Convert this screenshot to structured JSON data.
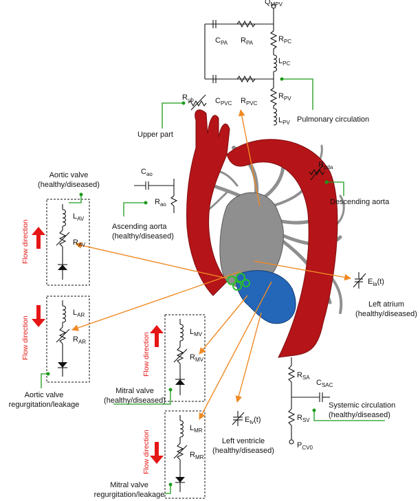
{
  "anatomy": {
    "aorta_color": "#b51518",
    "pulmonary_color": "#8f8f8f",
    "ventricle_color": "#2466b8",
    "valve_color": "#2bbf2b"
  },
  "accent": {
    "arrow_color": "#f08a24",
    "leader_color": "#1a9a1a",
    "flow_color": "#e51616"
  },
  "circuit_labels": {
    "q_mpv": {
      "main": "Q",
      "sub": "MPV"
    },
    "c_pa": {
      "main": "C",
      "sub": "PA"
    },
    "r_pa": {
      "main": "R",
      "sub": "PA"
    },
    "r_pc": {
      "main": "R",
      "sub": "PC"
    },
    "l_pc": {
      "main": "L",
      "sub": "PC"
    },
    "r_pv": {
      "main": "R",
      "sub": "PV"
    },
    "l_pv": {
      "main": "L",
      "sub": "PV"
    },
    "r_ub": {
      "main": "R",
      "sub": "ub"
    },
    "c_pvc": {
      "main": "C",
      "sub": "PVC"
    },
    "r_pvc": {
      "main": "R",
      "sub": "PVC"
    },
    "c_ao": {
      "main": "C",
      "sub": "ao"
    },
    "r_ao": {
      "main": "R",
      "sub": "ao"
    },
    "r_pda": {
      "main": "R",
      "sub": "pda"
    },
    "l_av": {
      "main": "L",
      "sub": "AV"
    },
    "r_av": {
      "main": "R",
      "sub": "AV"
    },
    "l_ar": {
      "main": "L",
      "sub": "AR"
    },
    "r_ar": {
      "main": "R",
      "sub": "AR"
    },
    "l_mv": {
      "main": "L",
      "sub": "MV"
    },
    "r_mv": {
      "main": "R",
      "sub": "MV"
    },
    "l_mr": {
      "main": "L",
      "sub": "MR"
    },
    "r_mr": {
      "main": "R",
      "sub": "MR"
    },
    "r_sa": {
      "main": "R",
      "sub": "SA"
    },
    "c_sac": {
      "main": "C",
      "sub": "SAC"
    },
    "r_sv": {
      "main": "R",
      "sub": "SV"
    },
    "p_cv0": {
      "main": "P",
      "sub": "CV0"
    },
    "e_la": {
      "main": "E",
      "sub": "la",
      "suffix": "(t)"
    },
    "e_lv": {
      "main": "E",
      "sub": "lv",
      "suffix": "(t)"
    }
  },
  "regions": {
    "pulmonary": "Pulmonary circulation",
    "upper": "Upper part",
    "descending": "Descending aorta",
    "ascending": [
      "Ascending aorta",
      "(healthy/diseased)"
    ],
    "aortic_valve": [
      "Aortic valve",
      "(healthy/diseased)"
    ],
    "aortic_regurg": [
      "Aortic valve",
      "regurgitation/leakage"
    ],
    "left_atrium": [
      "Left atrium",
      "(healthy/diseased)"
    ],
    "mitral_valve": [
      "Mitral valve",
      "(healthy/diseased)"
    ],
    "mitral_regurg": [
      "Mitral valve",
      "regurgitation/leakage"
    ],
    "left_ventricle": [
      "Left ventricle",
      "(healthy/diseased)"
    ],
    "systemic": [
      "Systemic circulation",
      "(healthy/diseased)"
    ]
  },
  "flow_direction_label": "Flow direction"
}
